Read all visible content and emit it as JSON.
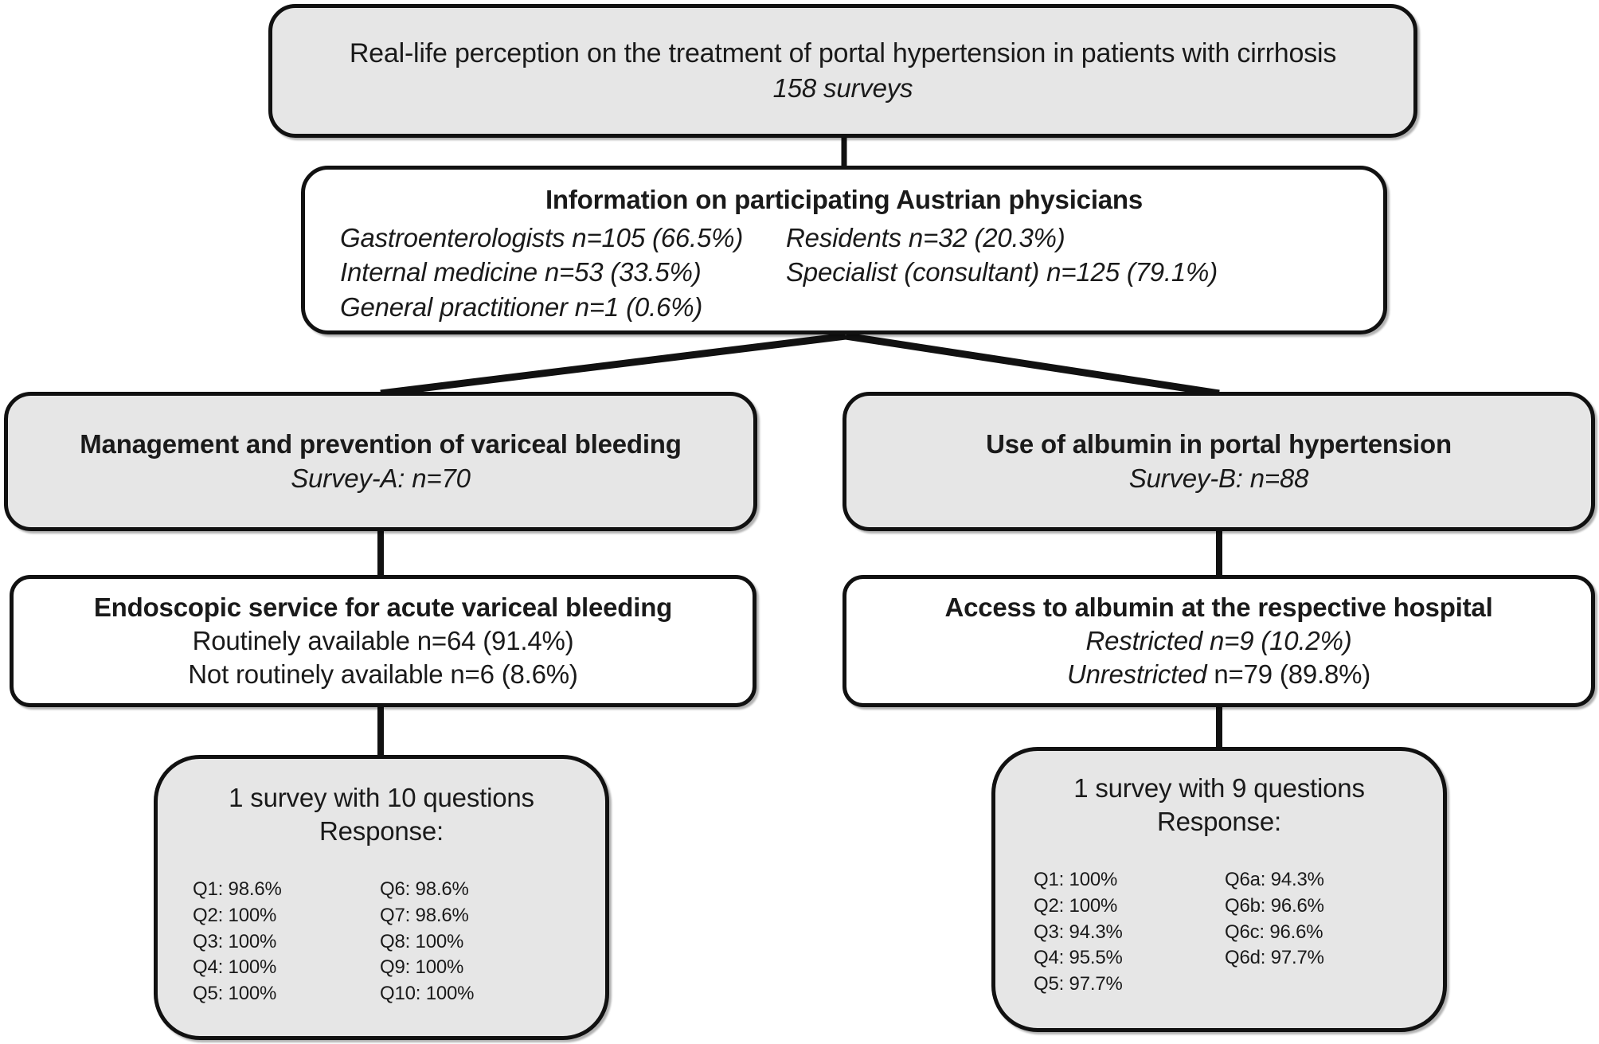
{
  "diagram": {
    "title_box": {
      "title": "Real-life perception on the treatment of portal hypertension in patients with cirrhosis",
      "subtitle": "158 surveys"
    },
    "physician_box": {
      "heading": "Information on participating Austrian physicians",
      "left_column": [
        "Gastroenterologists n=105 (66.5%)",
        "Internal medicine n=53 (33.5%)",
        "General practitioner n=1 (0.6%)"
      ],
      "right_column": [
        "Residents n=32 (20.3%)",
        "Specialist (consultant) n=125 (79.1%)"
      ]
    },
    "survey_a": {
      "heading": "Management and prevention of variceal bleeding",
      "subheading": "Survey-A: n=70",
      "detail_box": {
        "heading": "Endoscopic service for acute variceal bleeding",
        "line1": "Routinely available n=64 (91.4%)",
        "line2": "Not routinely available n=6 (8.6%)"
      },
      "questions_box": {
        "heading": "1 survey with 10 questions",
        "subheading": "Response:",
        "left_column": [
          "Q1: 98.6%",
          "Q2: 100%",
          "Q3: 100%",
          "Q4: 100%",
          "Q5: 100%"
        ],
        "right_column": [
          "Q6: 98.6%",
          "Q7: 98.6%",
          "Q8: 100%",
          "Q9: 100%",
          "Q10: 100%"
        ]
      }
    },
    "survey_b": {
      "heading": "Use of albumin in portal hypertension",
      "subheading": "Survey-B: n=88",
      "detail_box": {
        "heading": "Access to albumin at the respective hospital",
        "line1": "Restricted n=9 (10.2%)",
        "line2_italic": "Unrestricted",
        "line2_rest": " n=79 (89.8%)"
      },
      "questions_box": {
        "heading": "1 survey with 9 questions",
        "subheading": "Response:",
        "left_column": [
          "Q1: 100%",
          "Q2: 100%",
          "Q3: 94.3%",
          "Q4: 95.5%",
          "Q5: 97.7%"
        ],
        "right_column": [
          "Q6a: 94.3%",
          "Q6b: 96.6%",
          "Q6c: 96.6%",
          "Q6d: 97.7%"
        ]
      }
    },
    "colors": {
      "box_fill_gray": "#e6e6e6",
      "box_fill_white": "#ffffff",
      "border": "#111111",
      "text": "#1a1a1a",
      "background": "#ffffff"
    }
  }
}
